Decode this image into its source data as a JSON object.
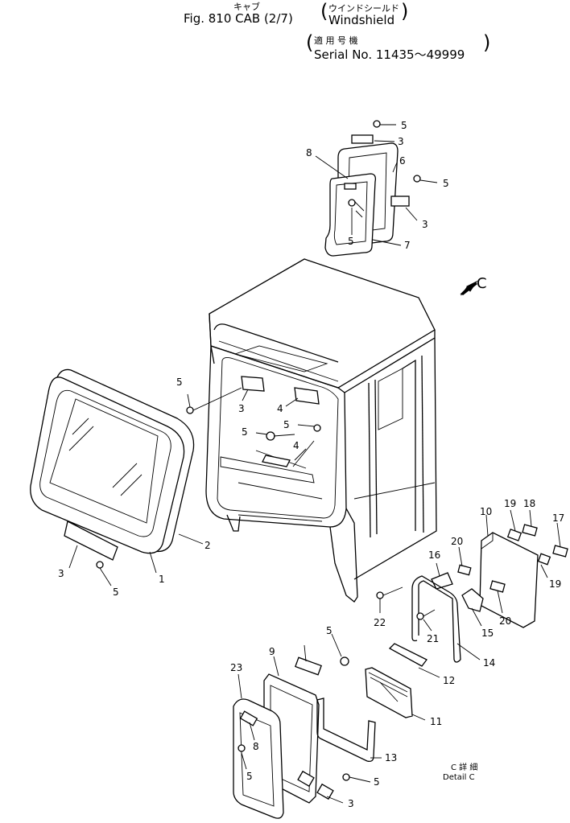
{
  "header": {
    "jp_top": "キャブ",
    "title": "Fig. 810  CAB  (2/7)",
    "jp_windshield": "ウインドシールド",
    "windshield": "Windshield",
    "jp_serial": "適 用 号 機",
    "serial": "Serial  No. 11435～49999"
  },
  "view_marker": "C",
  "detail": {
    "jp": "C 詳 細",
    "en": "Detail  C"
  },
  "callouts": [
    "1",
    "2",
    "3",
    "3",
    "3",
    "3",
    "3",
    "4",
    "4",
    "5",
    "5",
    "5",
    "5",
    "5",
    "5",
    "5",
    "5",
    "5",
    "5",
    "6",
    "7",
    "8",
    "8",
    "9",
    "10",
    "11",
    "12",
    "13",
    "14",
    "15",
    "16",
    "17",
    "18",
    "19",
    "19",
    "20",
    "20",
    "21",
    "22",
    "23"
  ]
}
